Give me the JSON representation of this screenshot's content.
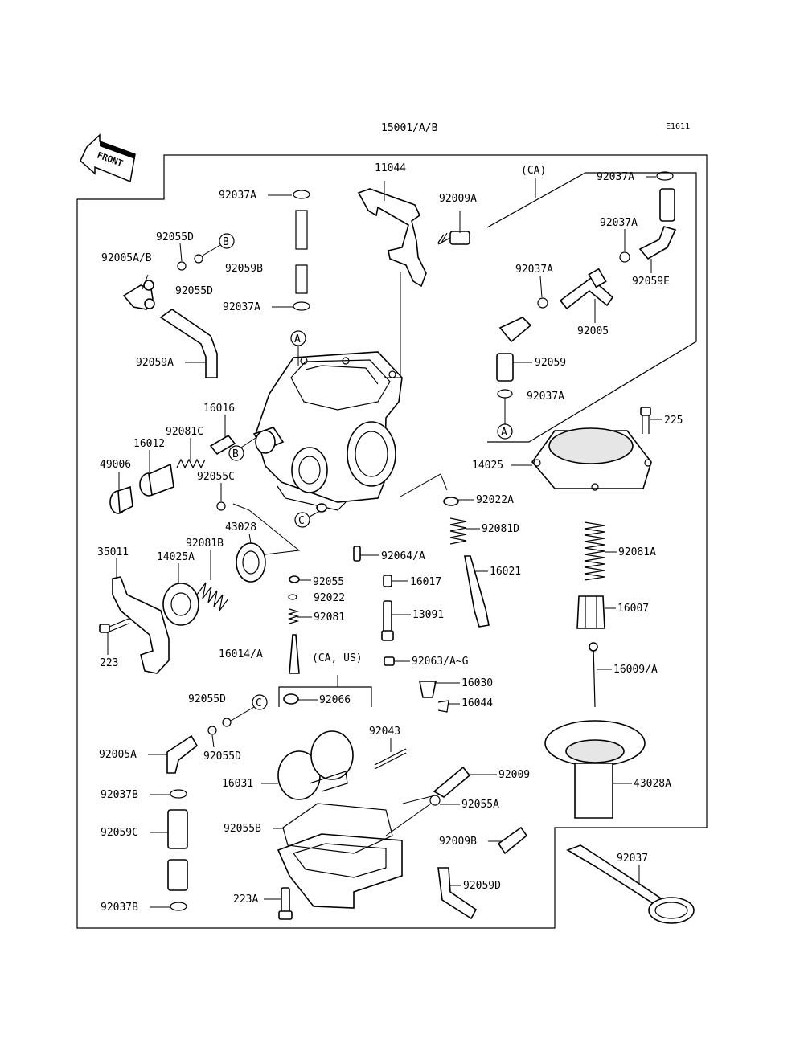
{
  "diagram": {
    "assembly_number": "15001/A/B",
    "drawing_code": "E1611",
    "front_label": "FRONT",
    "refs": {
      "A": "A",
      "B": "B",
      "C": "C"
    },
    "region_labels": {
      "ca": "(CA)",
      "ca_us": "(CA, US)"
    },
    "parts": {
      "p11044": "11044",
      "p92037A_top": "92037A",
      "p92009A": "92009A",
      "p92037A_ca1": "92037A",
      "p92037A_ca2": "92037A",
      "p92059E": "92059E",
      "p92037A_ca3": "92037A",
      "p92005": "92005",
      "p92059": "92059",
      "p92037A_ca4": "92037A",
      "p92055D_1": "92055D",
      "p92005AB": "92005A/B",
      "p92059B": "92059B",
      "p92055D_2": "92055D",
      "p92037A_mid": "92037A",
      "p92059A": "92059A",
      "p225": "225",
      "p14025": "14025",
      "p16016": "16016",
      "p92081C": "92081C",
      "p16012": "16012",
      "p49006": "49006",
      "p92055C": "92055C",
      "p92022A": "92022A",
      "p92081D": "92081D",
      "p43028": "43028",
      "p35011": "35011",
      "p14025A": "14025A",
      "p92081B": "92081B",
      "p92064A": "92064/A",
      "p16021": "16021",
      "p92081A": "92081A",
      "p92055": "92055",
      "p16017": "16017",
      "p92022": "92022",
      "p13091": "13091",
      "p92081": "92081",
      "p16007": "16007",
      "p223": "223",
      "p16014A": "16014/A",
      "p92063": "92063/A~G",
      "p16009A": "16009/A",
      "p16030": "16030",
      "p16044": "16044",
      "p92055D_3": "92055D",
      "p92066": "92066",
      "p92043": "92043",
      "p92005A": "92005A",
      "p92055D_4": "92055D",
      "p92009": "92009",
      "p43028A": "43028A",
      "p16031": "16031",
      "p92037B_1": "92037B",
      "p92055A": "92055A",
      "p92055B": "92055B",
      "p92059C": "92059C",
      "p92009B": "92009B",
      "p92037": "92037",
      "p223A": "223A",
      "p92059D": "92059D",
      "p92037B_2": "92037B"
    }
  }
}
